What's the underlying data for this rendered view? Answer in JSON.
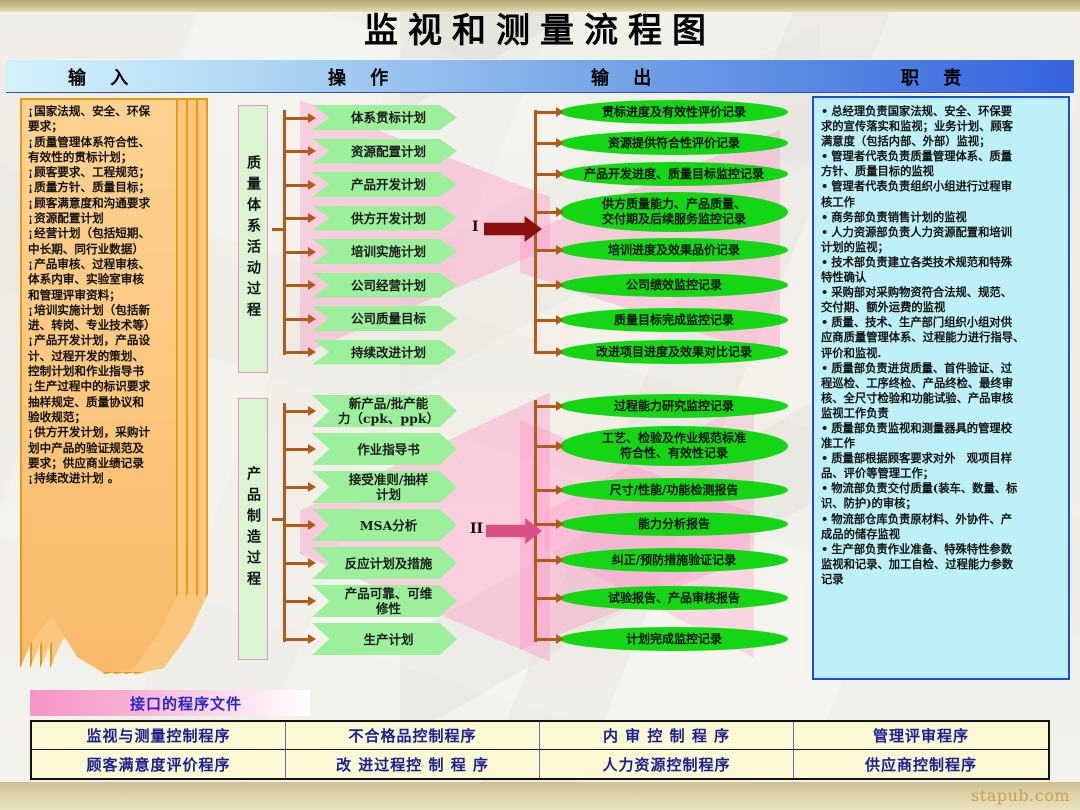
{
  "title": "监视和测量流程图",
  "header": {
    "input": "输  入",
    "operation": "操        作",
    "output": "输  出",
    "responsibility": "职    责"
  },
  "colors": {
    "header_band_start": "#d4f0fb",
    "header_band_end": "#3663de",
    "input_doc_fill": "#fbc77e",
    "input_doc_border": "#e49a14",
    "chevron_fill": "#9cf09c",
    "pill_fill": "#14d614",
    "connector": "#b25a17",
    "responsibility_fill": "#bdf1f7",
    "responsibility_border": "#1b4fd8",
    "table_fill": "#fbf8d4",
    "table_text": "#1a1f8f",
    "interface_label_text": "#2b25c9",
    "stage1_arrow": "#8b0f0f",
    "stage2_arrow": "#d94f86",
    "footer": "#cdbf8d"
  },
  "input_items": [
    "国家法规、安全、环保",
    "要求；",
    "质量管理体系符合性、",
    "有效性的贯标计划；",
    "顾客要求、工程规范；",
    "质量方针、质量目标；",
    "顾客满意度和沟通要求",
    "资源配置计划",
    "经营计划（包括短期、",
    "中长期、同行业数据）",
    "产品审核、过程审核、",
    "体系内审、实验室审核",
    "和管理评审资料；",
    "培训实施计划（包括新",
    "进、转岗、专业技术等）",
    "产品开发计划，产品设",
    "计、过程开发的策划、",
    "控制计划和作业指导书",
    "生产过程中的标识要求",
    " 抽样规定、质量协议和",
    "验收规范；",
    "供方开发计划，采购计",
    "划中产品的验证规范及",
    "要求；供应商业绩记录",
    "持续改进计划 。"
  ],
  "input_lines": [
    {
      "t": "国家法规、安全、环保",
      "b": true
    },
    {
      "t": "要求；",
      "b": false
    },
    {
      "t": "质量管理体系符合性、",
      "b": true
    },
    {
      "t": "有效性的贯标计划；",
      "b": false
    },
    {
      "t": "顾客要求、工程规范；",
      "b": true
    },
    {
      "t": "质量方针、质量目标；",
      "b": true
    },
    {
      "t": "顾客满意度和沟通要求",
      "b": true
    },
    {
      "t": "资源配置计划",
      "b": true
    },
    {
      "t": "经营计划（包括短期、",
      "b": true
    },
    {
      "t": "中长期、同行业数据）",
      "b": false
    },
    {
      "t": "产品审核、过程审核、",
      "b": true
    },
    {
      "t": "体系内审、实验室审核",
      "b": false
    },
    {
      "t": "和管理评审资料；",
      "b": false
    },
    {
      "t": "培训实施计划（包括新",
      "b": true
    },
    {
      "t": "进、转岗、专业技术等）",
      "b": false
    },
    {
      "t": "产品开发计划，产品设",
      "b": true
    },
    {
      "t": "计、过程开发的策划、",
      "b": false
    },
    {
      "t": "控制计划和作业指导书",
      "b": false
    },
    {
      "t": "生产过程中的标识要求",
      "b": true
    },
    {
      "t": " 抽样规定、质量协议和",
      "b": false
    },
    {
      "t": "验收规范；",
      "b": false
    },
    {
      "t": "供方开发计划，采购计",
      "b": true
    },
    {
      "t": "划中产品的验证规范及",
      "b": false
    },
    {
      "t": "要求；供应商业绩记录",
      "b": false
    },
    {
      "t": "持续改进计划 。",
      "b": true
    }
  ],
  "process_groups": [
    {
      "label": "质量体系活动过程",
      "stage_marker": "I",
      "activities": [
        "体系贯标计划",
        "资源配置计划",
        "产品开发计划",
        "供方开发计划",
        "培训实施计划",
        "公司经营计划",
        "公司质量目标",
        "持续改进计划"
      ],
      "outputs": [
        "贯标进度及有效性评价记录",
        "资源提供符合性评价记录",
        "产品开发进度、质量目标监控记录",
        "供方质量能力、产品质量、\n交付期及后续服务监控记录",
        "培训进度及效果品价记录",
        "公司绩效监控记录",
        "质量目标完成监控记录",
        "改进项目进度及效果对比记录"
      ]
    },
    {
      "label": "产品制造过程",
      "stage_marker": "II",
      "activities": [
        "新产品/批产能\n力（cpk、ppk）",
        "作业指导书",
        "接受准则/抽样\n计划",
        "MSA分析",
        "反应计划及措施",
        "产品可靠、可维\n修性",
        "生产计划"
      ],
      "outputs": [
        "过程能力研究监控记录",
        "工艺、检验及作业规范标准\n符合性、有效性记录",
        "尺寸/性能/功能检测报告",
        "能力分析报告",
        "纠正/预防措施验证记录",
        "试验报告、产品审核报告",
        "计划完成监控记录"
      ]
    }
  ],
  "responsibility_lines": [
    {
      "t": "总经理负责国家法规、安全、环保要",
      "b": true
    },
    {
      "t": "求的宣传落实和监视；业务计划、顾客",
      "b": false
    },
    {
      "t": "满意度（包括内部、外部）监视；",
      "b": false
    },
    {
      "t": "管理者代表负责质量管理体系、质量",
      "b": true
    },
    {
      "t": "方针、质量目标的监视",
      "b": false
    },
    {
      "t": "管理者代表负责组织小组进行过程审",
      "b": true
    },
    {
      "t": "核工作",
      "b": false
    },
    {
      "t": "商务部负责销售计划的监视",
      "b": true
    },
    {
      "t": "人力资源部负责人力资源配置和培训",
      "b": true
    },
    {
      "t": "计划的监视；",
      "b": false
    },
    {
      "t": "技术部负责建立各类技术规范和特殊",
      "b": true
    },
    {
      "t": "特性确认",
      "b": false
    },
    {
      "t": "采购部对采购物资符合法规、规范、",
      "b": true
    },
    {
      "t": "交付期、额外运费的监视",
      "b": false
    },
    {
      "t": "质量、技术、生产部门组织小组对供",
      "b": true
    },
    {
      "t": "应商质量管理体系、过程能力进行指导、",
      "b": false
    },
    {
      "t": "评价和监视.",
      "b": false
    },
    {
      "t": "质量部负责进货质量、首件验证、过",
      "b": true
    },
    {
      "t": "程巡检、工序终检、产品终检、最终审",
      "b": false
    },
    {
      "t": "核、全尺寸检验和功能试验、产品审核",
      "b": false
    },
    {
      "t": "监视工作负责",
      "b": false
    },
    {
      "t": "质量部负责监视和测量器具的管理校",
      "b": true
    },
    {
      "t": "准工作",
      "b": false
    },
    {
      "t": "质量部根据顾客要求对外　观项目样",
      "b": true
    },
    {
      "t": "品、评价等管理工作；",
      "b": false
    },
    {
      "t": "物流部负责交付质量(装车、数量、标",
      "b": true
    },
    {
      "t": "识、防护)的审核；",
      "b": false
    },
    {
      "t": "物流部仓库负责原材料、外协件、产",
      "b": true
    },
    {
      "t": "成品的储存监视",
      "b": false
    },
    {
      "t": "生产部负责作业准备、特殊特性参数",
      "b": true
    },
    {
      "t": "监视和记录、加工自检、过程能力参数",
      "b": false
    },
    {
      "t": "记录",
      "b": false
    }
  ],
  "interface_label": "接口的程序文件",
  "procedure_table": {
    "rows": [
      [
        "监视与测量控制程序",
        "不合格品控制程序",
        "内 审 控 制 程 序",
        "管理评审程序"
      ],
      [
        "顾客满意度评价程序",
        "改 进过程控 制 程 序",
        "人力资源控制程序",
        "供应商控制程序"
      ]
    ]
  },
  "watermark": "stapub.com"
}
